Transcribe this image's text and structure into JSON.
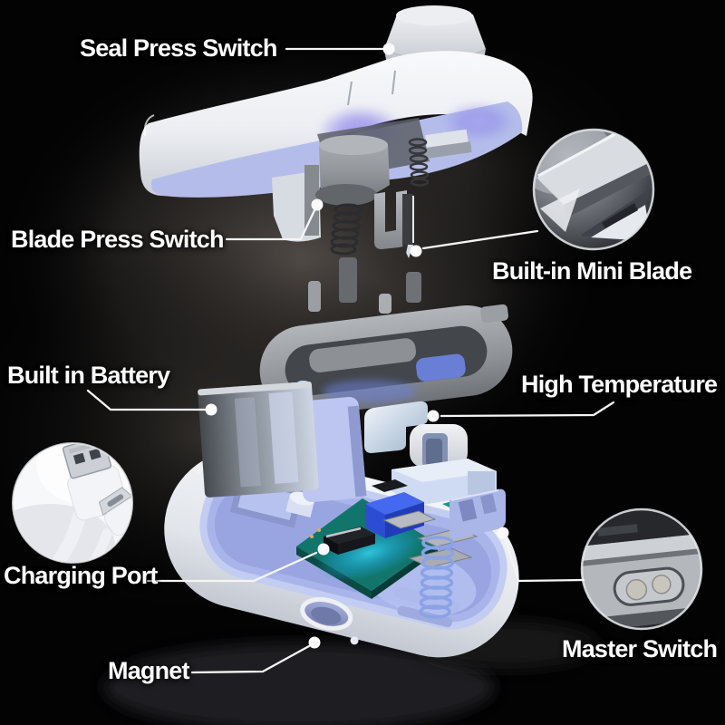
{
  "labels": {
    "seal_press_switch": "Seal Press Switch",
    "blade_press_switch": "Blade Press Switch",
    "built_in_mini_blade": "Built-in Mini Blade",
    "built_in_battery": "Built in Battery",
    "high_temperature": "High Temperature",
    "charging_port": "Charging Port",
    "magnet": "Magnet",
    "master_switch": "Master Switch"
  },
  "colors": {
    "background": "#000000",
    "label_text": "#ffffff",
    "callout_line": "#f5f5f5",
    "device_white": "#eef0f3",
    "underside_lavender": "#b4bdea",
    "glow_purple": "#8d85ec",
    "seal_ring_grey": "#92959a",
    "battery_grey": "#7d848c",
    "pcb_teal": "#11756b",
    "pcb_glow_cyan": "#36d8f5",
    "component_blue": "#4468f0",
    "shell_interior_blue": "#a9b5ea"
  }
}
